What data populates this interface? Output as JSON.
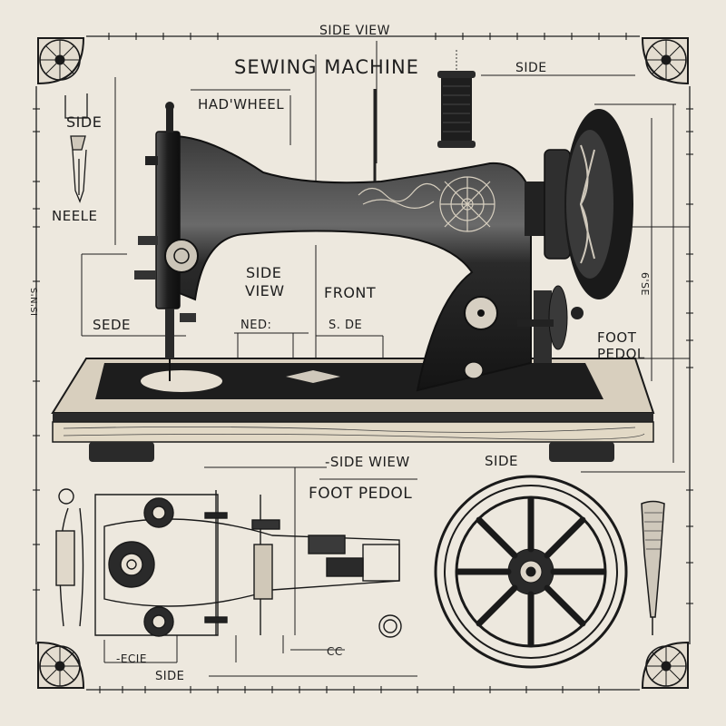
{
  "title": "SEWING MACHINE",
  "colors": {
    "paper": "#ede8de",
    "ink": "#1a1a1a",
    "metal_dark": "#2a2a2a",
    "wood": "#e2d9c6"
  },
  "labels": {
    "top_banner": "SIDE VIEW",
    "top_right": "SIDE",
    "handwheel": "HAD'WHEEL",
    "needle_side": "SIDE",
    "needle": "NEELE",
    "left_side": "SEDE",
    "center_side_view_1": "SIDE",
    "center_side_view_2": "VIEW",
    "front": "FRONT",
    "ned": "NED:",
    "s_de": "S. DE",
    "foot_pedol_right_1": "FOOT",
    "foot_pedol_right_2": "PEDOL",
    "right_dim": "6'SE",
    "left_dim": "IS'N'S",
    "lower_side_view": "-SIDE WIEW",
    "lower_foot_pedol": "FOOT PEDOL",
    "lower_side": "SIDE",
    "bottom_ecie": "-ECIE",
    "bottom_side": "SIDE",
    "bottom_cc": "CC"
  },
  "drawings": [
    {
      "name": "sewing-machine-main",
      "view": "side"
    },
    {
      "name": "handwheel",
      "view": "side"
    },
    {
      "name": "mechanism-plan",
      "view": "top"
    },
    {
      "name": "spoked-wheel",
      "view": "front"
    },
    {
      "name": "needle-detail",
      "view": "side"
    },
    {
      "name": "corner-ornaments",
      "count": 4
    }
  ]
}
